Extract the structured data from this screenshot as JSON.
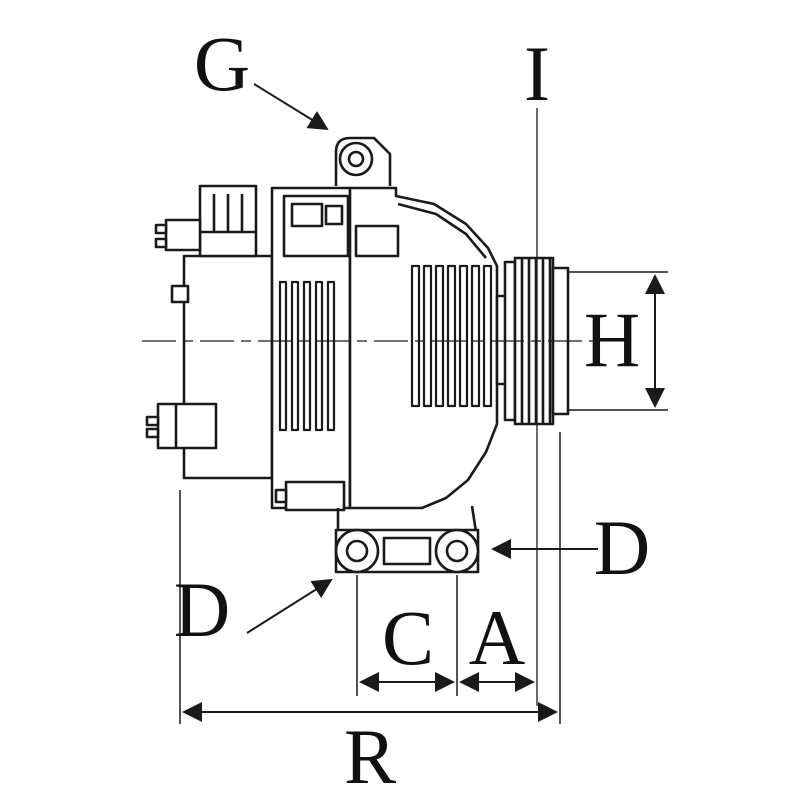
{
  "page": {
    "background": "#ffffff",
    "line_color": "#1a1a1a"
  },
  "diagram": {
    "type": "technical-dimensional-drawing",
    "subject": "alternator side view with pulley and dimension callouts",
    "labels": {
      "g": "G",
      "i": "I",
      "h": "H",
      "d_right": "D",
      "d_left": "D",
      "c": "C",
      "a": "A",
      "r": "R"
    }
  }
}
